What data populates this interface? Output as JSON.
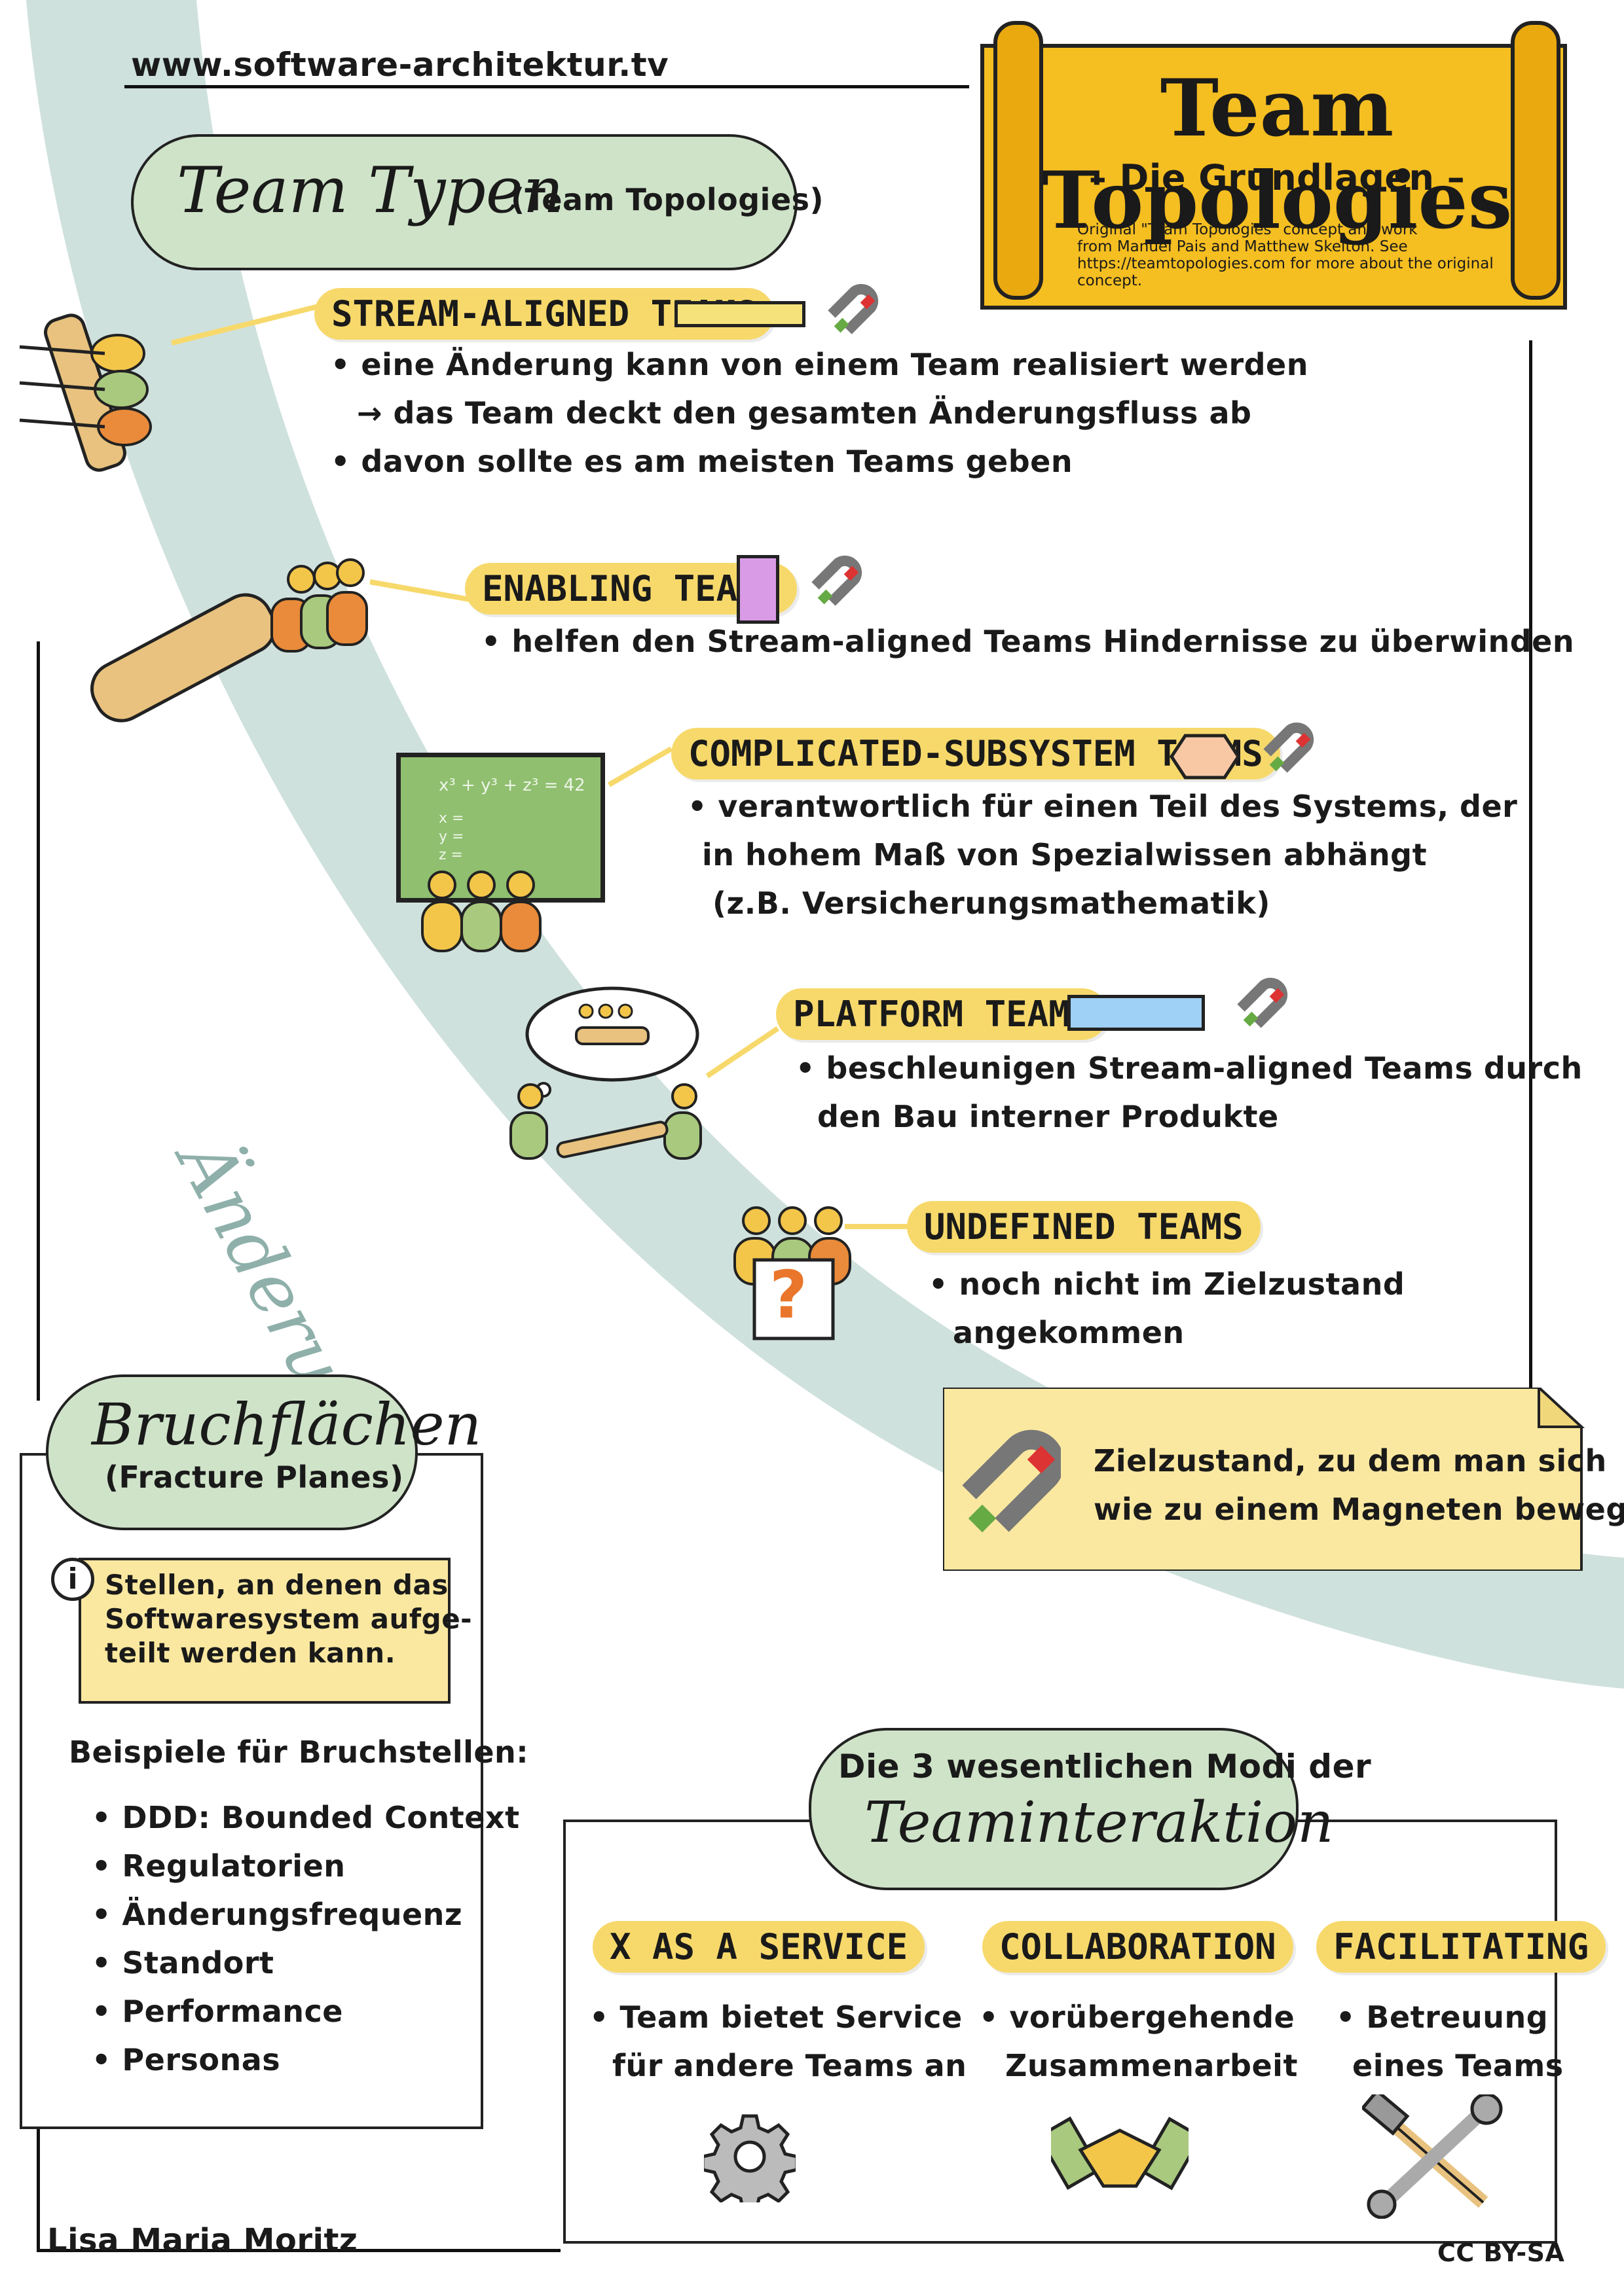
{
  "website": "www.software-architektur.tv",
  "title": {
    "main": "Team Topologies",
    "subtitle": "– Die Grundlagen –",
    "credit_line1": "Original \"Team Topologies\" concept and work",
    "credit_line2": "from Manuel Pais and Matthew Skelton. See",
    "credit_line3": "https://teamtopologies.com for more about the original",
    "credit_line4": "concept."
  },
  "team_types": {
    "heading": "Team Typen",
    "heading_sub": "(Team Topologies)",
    "stream_aligned": {
      "label": "STREAM-ALIGNED TEAMS",
      "bullet1": "• eine Änderung kann von einem Team realisiert werden",
      "bullet2": "→ das Team deckt den gesamten Änderungsfluss ab",
      "bullet3": "• davon sollte es am meisten Teams geben"
    },
    "enabling": {
      "label": "ENABLING TEAMS",
      "bullet1": "• helfen den Stream-aligned Teams Hindernisse zu überwinden"
    },
    "complicated": {
      "label": "COMPLICATED-SUBSYSTEM TEAMS",
      "bullet1": "• verantwortlich für einen Teil des Systems, der",
      "bullet2": "in hohem Maß von Spezialwissen abhängt",
      "bullet3": "(z.B. Versicherungsmathematik)",
      "board_formula": "x³ + y³ + z³ = 42",
      "board_x": "x =",
      "board_y": "y =",
      "board_z": "z ="
    },
    "platform": {
      "label": "PLATFORM TEAMS",
      "bullet1": "• beschleunigen Stream-aligned Teams durch",
      "bullet2": "den Bau interner Produkte"
    },
    "undefined": {
      "label": "UNDEFINED TEAMS",
      "bullet1": "• noch nicht im Zielzustand",
      "bullet2": "angekommen",
      "question_mark": "?"
    }
  },
  "flow_label": "Änderungsfluss",
  "magnet_note": {
    "line1": "Zielzustand, zu dem man sich",
    "line2": "wie zu einem Magneten bewegt"
  },
  "fracture": {
    "heading": "Bruchflächen",
    "heading_sub": "(Fracture Planes)",
    "info_icon": "i",
    "info_line1": "Stellen, an denen das",
    "info_line2": "Softwaresystem aufge-",
    "info_line3": "teilt werden kann.",
    "examples_heading": "Beispiele für Bruchstellen:",
    "examples": [
      "• DDD: Bounded Context",
      "• Regulatorien",
      "• Änderungsfrequenz",
      "• Standort",
      "• Performance",
      "• Personas"
    ]
  },
  "modes": {
    "heading_line1": "Die 3 wesentlichen Modi der",
    "heading_line2": "Teaminteraktion",
    "xaas": {
      "label": "X AS A SERVICE",
      "line1": "• Team bietet Service",
      "line2": "für andere Teams an"
    },
    "collaboration": {
      "label": "COLLABORATION",
      "line1": "• vorübergehende",
      "line2": "Zusammenarbeit"
    },
    "facilitating": {
      "label": "FACILITATING",
      "line1": "• Betreuung",
      "line2": "eines Teams"
    }
  },
  "author": "Lisa Maria Moritz",
  "license": "CC BY-SA",
  "colors": {
    "flow_band": "#cfe1dd",
    "tag_yellow": "#f7d96b",
    "bubble_green": "#cfe3c8",
    "note_yellow": "#fbe8a0",
    "scroll_gold": "#f5be21",
    "stream_swatch": "#f6e27a",
    "enabling_swatch": "#d99be6",
    "complicated_swatch": "#f8c8a4",
    "platform_swatch": "#9fd0f5"
  }
}
